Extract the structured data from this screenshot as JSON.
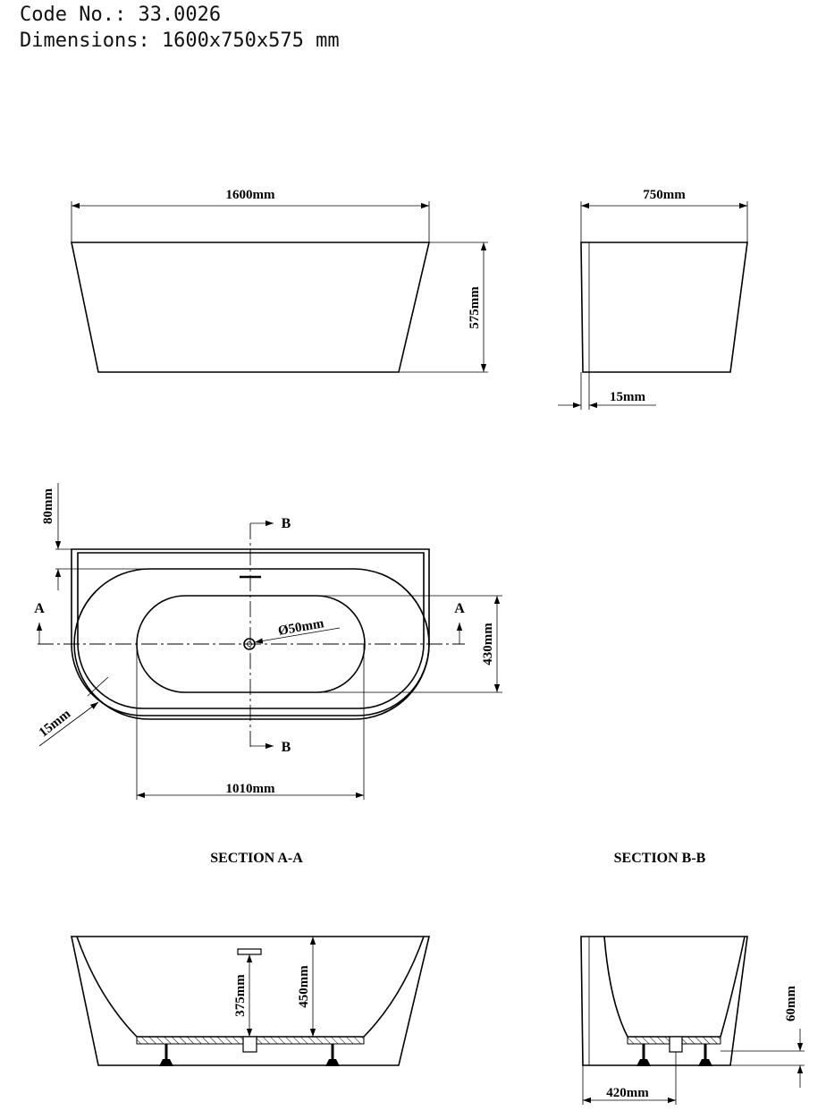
{
  "header": {
    "code_line": "Code No.: 33.0026",
    "dimensions_line": "Dimensions: 1600x750x575 mm"
  },
  "labels": {
    "front_length": "1600mm",
    "front_height": "575mm",
    "side_width": "750mm",
    "side_wall": "15mm",
    "top_back": "80mm",
    "top_drain": "Ø50mm",
    "top_inner_width": "430mm",
    "top_corner": "15mm",
    "top_inner_length": "1010mm",
    "cut_a": "A",
    "cut_b": "B",
    "section_aa": "SECTION A-A",
    "section_bb": "SECTION B-B",
    "aa_overflow": "375mm",
    "aa_depth": "450mm",
    "bb_base": "60mm",
    "bb_drain_offset": "420mm"
  }
}
